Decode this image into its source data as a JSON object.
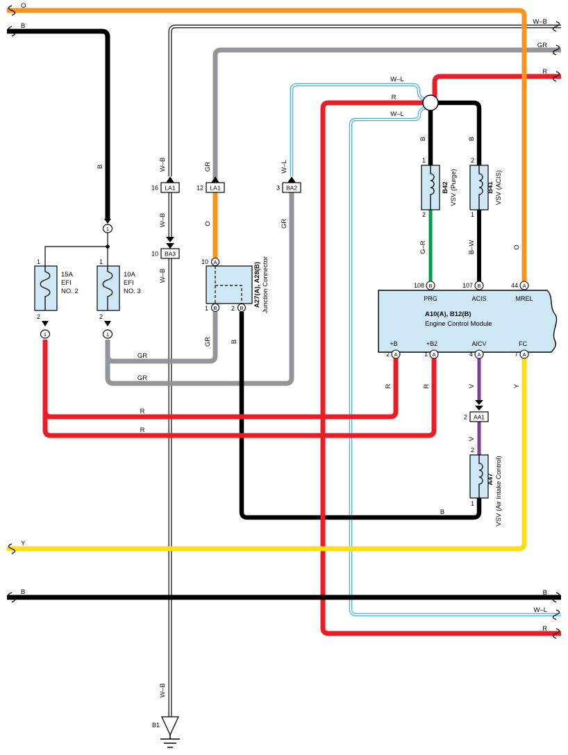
{
  "diagram": {
    "wire_codes": {
      "b": "B",
      "wb": "W–B",
      "gr": "GR",
      "o": "O",
      "r": "R",
      "y": "Y",
      "wl": "W–L",
      "v": "V",
      "gr_r": "G–R",
      "b_w": "B–W"
    },
    "fuses": {
      "efi2": {
        "amps": "15A",
        "system": "EFI",
        "number": "NO. 2",
        "pin_top": "1",
        "pin_bottom": "2",
        "connector_pin": "1"
      },
      "efi3": {
        "amps": "10A",
        "system": "EFI",
        "number": "NO. 3",
        "pin_top": "1",
        "pin_bottom": "2",
        "connector_pin": "1"
      },
      "feed_pin": "1"
    },
    "junction_connector": {
      "code": "A27(A), A28(B)",
      "name": "Junction Connector",
      "pin_in_num": "10",
      "pin_in_letter": "A",
      "pin_out1_num": "1",
      "pin_out1_letter": "B",
      "pin_out2_num": "2",
      "pin_out2_letter": "B"
    },
    "page_connectors": {
      "la1_top": {
        "num": "16",
        "code": "LA1"
      },
      "la1_mid": {
        "num": "12",
        "code": "LA1"
      },
      "ba2": {
        "num": "3",
        "code": "BA2"
      },
      "ba3": {
        "num": "10",
        "code": "BA3"
      },
      "aa1": {
        "num": "2",
        "code": "AA1"
      }
    },
    "vsv_purge": {
      "code": "B42",
      "name": "VSV (Purge)",
      "pin_top": "1",
      "pin_bottom": "2"
    },
    "vsv_acis": {
      "code": "B41",
      "name": "VSV (ACIS)",
      "pin_top": "2",
      "pin_bottom": "1"
    },
    "vsv_air_intake": {
      "code": "A47",
      "name": "VSV (Air Intake Control)",
      "pin_top": "2",
      "pin_bottom": "1"
    },
    "ecm": {
      "code": "A10(A), B12(B)",
      "name": "Engine Control Module",
      "pins_top": [
        {
          "num": "108",
          "letter": "B",
          "name": "PRG"
        },
        {
          "num": "107",
          "letter": "B",
          "name": "ACIS"
        },
        {
          "num": "44",
          "letter": "A",
          "name": "MREL"
        }
      ],
      "pins_bottom": [
        {
          "num": "2",
          "letter": "A",
          "name": "+B"
        },
        {
          "num": "1",
          "letter": "A",
          "name": "+B2"
        },
        {
          "num": "4",
          "letter": "A",
          "name": "AICV"
        },
        {
          "num": "7",
          "letter": "A",
          "name": "FC"
        }
      ]
    },
    "ground": {
      "code": "B1"
    },
    "colors": {
      "black": "#000000",
      "gray": "#939598",
      "orange": "#F7941D",
      "red": "#EC1C24",
      "yellow": "#FFDE17",
      "green": "#009E49",
      "violet": "#7F3F97",
      "wl_blue": "#29ABE2",
      "component_fill": "#CFE8F5"
    }
  }
}
